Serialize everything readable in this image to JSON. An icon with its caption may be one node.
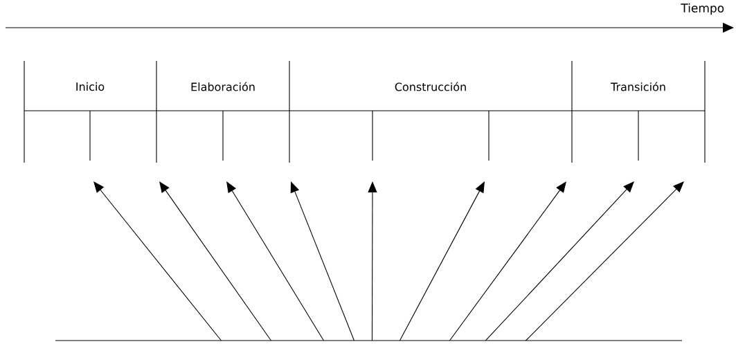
{
  "diagram": {
    "nodes": [
      {
        "text": [
          "Inicio"
        ]
      },
      {
        "text": [
          "Elaboración"
        ]
      },
      {
        "text": [
          "Construcción"
        ]
      },
      {
        "text": [
          "Transición"
        ]
      },
      {
        "text": [],
        "shape": "bar"
      }
    ],
    "edges": [
      {
        "from": 4,
        "to": null,
        "arrow": "to"
      },
      {
        "from": 4,
        "to": null,
        "arrow": "to"
      },
      {
        "from": 4,
        "to": null,
        "arrow": "to"
      },
      {
        "from": 4,
        "to": null,
        "arrow": "to"
      },
      {
        "from": 4,
        "to": null,
        "arrow": "to"
      },
      {
        "from": 4,
        "to": null,
        "arrow": "to"
      },
      {
        "from": 4,
        "to": null,
        "arrow": "to"
      },
      {
        "from": 4,
        "to": null,
        "arrow": "to"
      },
      {
        "from": 4,
        "to": null,
        "arrow": "to"
      }
    ],
    "labels": [
      "Tiempo"
    ]
  }
}
